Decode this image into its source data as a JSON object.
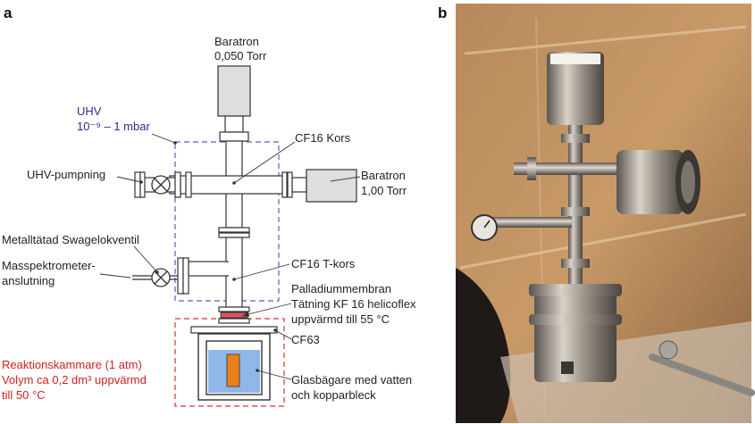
{
  "panel_a": {
    "letter": "a",
    "labels": {
      "baratron_top_1": "Baratron",
      "baratron_top_2": "0,050 Torr",
      "uhv": "UHV",
      "uhv_range": "10⁻⁹ – 1 mbar",
      "cf16_kors": "CF16 Kors",
      "uhv_pumpning": "UHV-pumpning",
      "baratron_right_1": "Baratron",
      "baratron_right_2": "1,00 Torr",
      "metalltatad": "Metalltätad Swagelokventil",
      "masspektro_1": "Masspektrometer-",
      "masspektro_2": "anslutning",
      "cf16_tkors": "CF16  T-kors",
      "palladium_1": "Palladiummembran",
      "palladium_2": "Tätning KF 16 helicoflex",
      "palladium_3": "uppvärmd till 55 °C",
      "cf63": "CF63",
      "reaktion_1": "Reaktionskammare (1 atm)",
      "reaktion_2": "Volym ca 0,2 dm³ uppvärmd",
      "reaktion_3": "till 50 °C",
      "glas_1": "Glasbägare med vatten",
      "glas_2": "och kopparbleck"
    },
    "colors": {
      "uhv_border": "#5b5fb5",
      "reaction_border": "#d93030",
      "water": "#8fb8e8",
      "copper": "#e8801c",
      "membrane": "#e05060",
      "gauge_body": "#dedede"
    }
  },
  "panel_b": {
    "letter": "b",
    "image": "photo-of-vacuum-apparatus"
  }
}
